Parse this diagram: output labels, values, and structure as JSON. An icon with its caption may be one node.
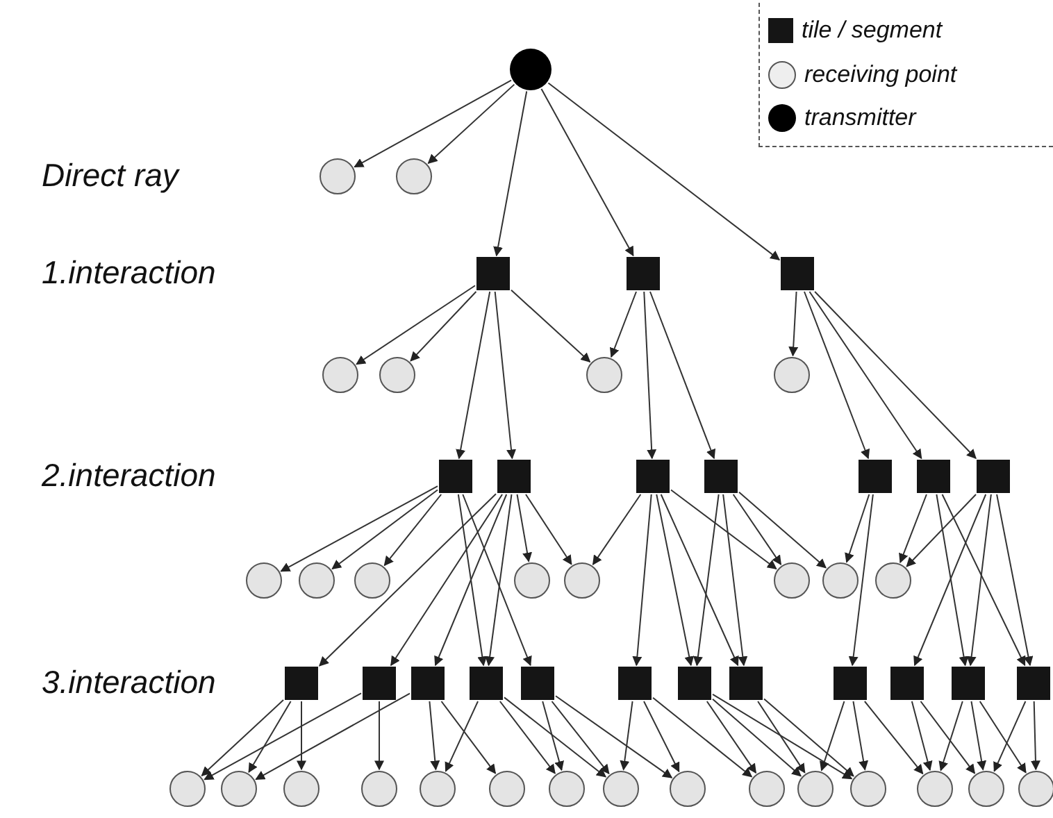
{
  "diagram": {
    "nodes": [
      {
        "text": [],
        "shape": "dot"
      },
      {
        "text": [],
        "shape": "circle"
      },
      {
        "text": [],
        "shape": "circle"
      },
      {
        "text": [],
        "shape": "box"
      },
      {
        "text": [],
        "shape": "box"
      },
      {
        "text": [],
        "shape": "box"
      },
      {
        "text": [],
        "shape": "circle"
      },
      {
        "text": [],
        "shape": "circle"
      },
      {
        "text": [],
        "shape": "circle"
      },
      {
        "text": [],
        "shape": "circle"
      },
      {
        "text": [],
        "shape": "box"
      },
      {
        "text": [],
        "shape": "box"
      },
      {
        "text": [],
        "shape": "box"
      },
      {
        "text": [],
        "shape": "box"
      },
      {
        "text": [],
        "shape": "box"
      },
      {
        "text": [],
        "shape": "box"
      },
      {
        "text": [],
        "shape": "box"
      },
      {
        "text": [],
        "shape": "circle"
      },
      {
        "text": [],
        "shape": "circle"
      },
      {
        "text": [],
        "shape": "circle"
      },
      {
        "text": [],
        "shape": "circle"
      },
      {
        "text": [],
        "shape": "circle"
      },
      {
        "text": [],
        "shape": "circle"
      },
      {
        "text": [],
        "shape": "circle"
      },
      {
        "text": [],
        "shape": "circle"
      },
      {
        "text": [],
        "shape": "box"
      },
      {
        "text": [],
        "shape": "box"
      },
      {
        "text": [],
        "shape": "box"
      },
      {
        "text": [],
        "shape": "box"
      },
      {
        "text": [],
        "shape": "box"
      },
      {
        "text": [],
        "shape": "box"
      },
      {
        "text": [],
        "shape": "box"
      },
      {
        "text": [],
        "shape": "box"
      },
      {
        "text": [],
        "shape": "box"
      },
      {
        "text": [],
        "shape": "box"
      },
      {
        "text": [],
        "shape": "box"
      },
      {
        "text": [],
        "shape": "box"
      },
      {
        "text": [],
        "shape": "circle"
      },
      {
        "text": [],
        "shape": "circle"
      },
      {
        "text": [],
        "shape": "circle"
      },
      {
        "text": [],
        "shape": "circle"
      },
      {
        "text": [],
        "shape": "circle"
      },
      {
        "text": [],
        "shape": "circle"
      },
      {
        "text": [],
        "shape": "circle"
      },
      {
        "text": [],
        "shape": "circle"
      },
      {
        "text": [],
        "shape": "circle"
      },
      {
        "text": [],
        "shape": "circle"
      },
      {
        "text": [],
        "shape": "circle"
      },
      {
        "text": [],
        "shape": "circle"
      },
      {
        "text": [],
        "shape": "circle"
      },
      {
        "text": [],
        "shape": "circle"
      },
      {
        "text": [],
        "shape": "circle"
      }
    ],
    "edges": [
      {
        "from": 0,
        "to": 1,
        "arrow": "to"
      },
      {
        "from": 0,
        "to": 2,
        "arrow": "to"
      },
      {
        "from": 0,
        "to": 3,
        "arrow": "to"
      },
      {
        "from": 0,
        "to": 4,
        "arrow": "to"
      },
      {
        "from": 0,
        "to": 5,
        "arrow": "to"
      },
      {
        "from": 3,
        "to": 6,
        "arrow": "to"
      },
      {
        "from": 3,
        "to": 7,
        "arrow": "to"
      },
      {
        "from": 3,
        "to": 8,
        "arrow": "to"
      },
      {
        "from": 3,
        "to": 10,
        "arrow": "to"
      },
      {
        "from": 3,
        "to": 11,
        "arrow": "to"
      },
      {
        "from": 4,
        "to": 8,
        "arrow": "to"
      },
      {
        "from": 4,
        "to": 12,
        "arrow": "to"
      },
      {
        "from": 4,
        "to": 13,
        "arrow": "to"
      },
      {
        "from": 5,
        "to": 9,
        "arrow": "to"
      },
      {
        "from": 5,
        "to": 14,
        "arrow": "to"
      },
      {
        "from": 5,
        "to": 15,
        "arrow": "to"
      },
      {
        "from": 5,
        "to": 16,
        "arrow": "to"
      },
      {
        "from": 10,
        "to": 17,
        "arrow": "to"
      },
      {
        "from": 10,
        "to": 18,
        "arrow": "to"
      },
      {
        "from": 10,
        "to": 19,
        "arrow": "to"
      },
      {
        "from": 10,
        "to": 28,
        "arrow": "to"
      },
      {
        "from": 10,
        "to": 29,
        "arrow": "to"
      },
      {
        "from": 11,
        "to": 25,
        "arrow": "to"
      },
      {
        "from": 11,
        "to": 26,
        "arrow": "to"
      },
      {
        "from": 11,
        "to": 27,
        "arrow": "to"
      },
      {
        "from": 11,
        "to": 28,
        "arrow": "to"
      },
      {
        "from": 11,
        "to": 20,
        "arrow": "to"
      },
      {
        "from": 11,
        "to": 21,
        "arrow": "to"
      },
      {
        "from": 12,
        "to": 21,
        "arrow": "to"
      },
      {
        "from": 12,
        "to": 30,
        "arrow": "to"
      },
      {
        "from": 12,
        "to": 31,
        "arrow": "to"
      },
      {
        "from": 12,
        "to": 32,
        "arrow": "to"
      },
      {
        "from": 12,
        "to": 22,
        "arrow": "to"
      },
      {
        "from": 13,
        "to": 31,
        "arrow": "to"
      },
      {
        "from": 13,
        "to": 32,
        "arrow": "to"
      },
      {
        "from": 13,
        "to": 22,
        "arrow": "to"
      },
      {
        "from": 13,
        "to": 23,
        "arrow": "to"
      },
      {
        "from": 14,
        "to": 23,
        "arrow": "to"
      },
      {
        "from": 14,
        "to": 33,
        "arrow": "to"
      },
      {
        "from": 15,
        "to": 24,
        "arrow": "to"
      },
      {
        "from": 15,
        "to": 35,
        "arrow": "to"
      },
      {
        "from": 15,
        "to": 36,
        "arrow": "to"
      },
      {
        "from": 16,
        "to": 24,
        "arrow": "to"
      },
      {
        "from": 16,
        "to": 34,
        "arrow": "to"
      },
      {
        "from": 16,
        "to": 35,
        "arrow": "to"
      },
      {
        "from": 16,
        "to": 36,
        "arrow": "to"
      },
      {
        "from": 25,
        "to": 37,
        "arrow": "to"
      },
      {
        "from": 25,
        "to": 38,
        "arrow": "to"
      },
      {
        "from": 25,
        "to": 39,
        "arrow": "to"
      },
      {
        "from": 26,
        "to": 37,
        "arrow": "to"
      },
      {
        "from": 26,
        "to": 40,
        "arrow": "to"
      },
      {
        "from": 27,
        "to": 38,
        "arrow": "to"
      },
      {
        "from": 27,
        "to": 41,
        "arrow": "to"
      },
      {
        "from": 27,
        "to": 42,
        "arrow": "to"
      },
      {
        "from": 28,
        "to": 41,
        "arrow": "to"
      },
      {
        "from": 28,
        "to": 43,
        "arrow": "to"
      },
      {
        "from": 28,
        "to": 44,
        "arrow": "to"
      },
      {
        "from": 29,
        "to": 43,
        "arrow": "to"
      },
      {
        "from": 29,
        "to": 44,
        "arrow": "to"
      },
      {
        "from": 29,
        "to": 45,
        "arrow": "to"
      },
      {
        "from": 30,
        "to": 44,
        "arrow": "to"
      },
      {
        "from": 30,
        "to": 45,
        "arrow": "to"
      },
      {
        "from": 30,
        "to": 46,
        "arrow": "to"
      },
      {
        "from": 31,
        "to": 46,
        "arrow": "to"
      },
      {
        "from": 31,
        "to": 47,
        "arrow": "to"
      },
      {
        "from": 31,
        "to": 48,
        "arrow": "to"
      },
      {
        "from": 32,
        "to": 47,
        "arrow": "to"
      },
      {
        "from": 32,
        "to": 48,
        "arrow": "to"
      },
      {
        "from": 33,
        "to": 47,
        "arrow": "to"
      },
      {
        "from": 33,
        "to": 48,
        "arrow": "to"
      },
      {
        "from": 33,
        "to": 49,
        "arrow": "to"
      },
      {
        "from": 34,
        "to": 49,
        "arrow": "to"
      },
      {
        "from": 34,
        "to": 50,
        "arrow": "to"
      },
      {
        "from": 35,
        "to": 49,
        "arrow": "to"
      },
      {
        "from": 35,
        "to": 50,
        "arrow": "to"
      },
      {
        "from": 35,
        "to": 51,
        "arrow": "to"
      },
      {
        "from": 36,
        "to": 50,
        "arrow": "to"
      },
      {
        "from": 36,
        "to": 51,
        "arrow": "to"
      }
    ],
    "labels": [
      "Direct ray",
      "1.interaction",
      "2.interaction",
      "3.interaction"
    ],
    "legend": [
      {
        "text": "tile / segment"
      },
      {
        "text": "receiving point"
      },
      {
        "text": "transmitter"
      }
    ]
  }
}
